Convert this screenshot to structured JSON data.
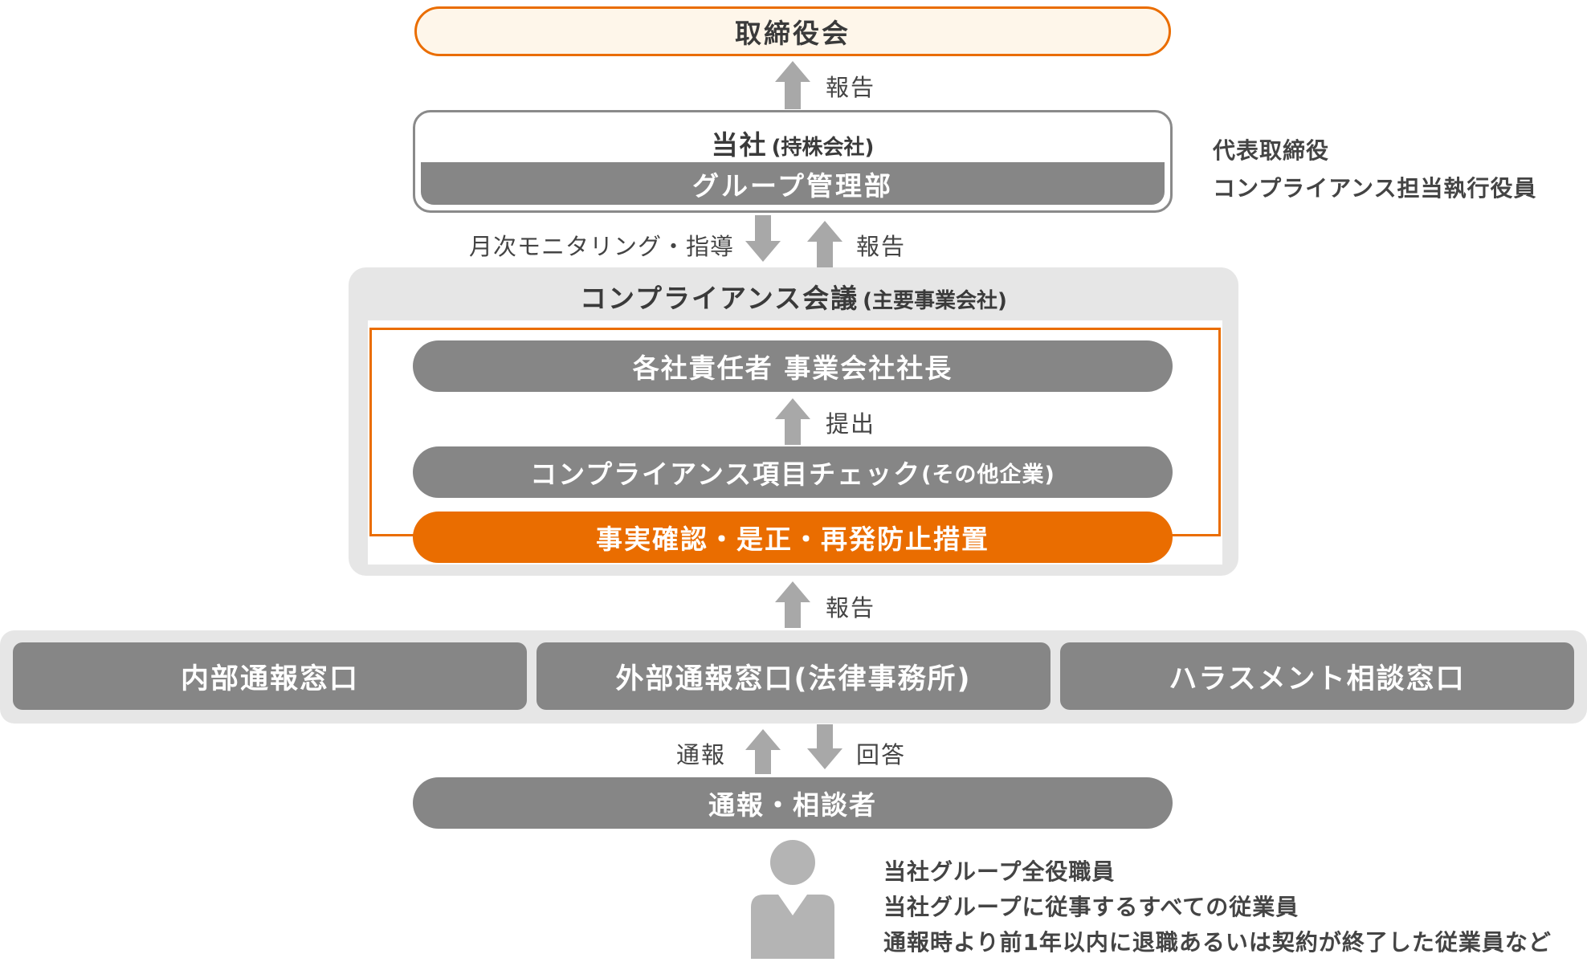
{
  "board": "取締役会",
  "report_top": "報告",
  "company": {
    "name": "当社",
    "name_sub": "(持株会社)",
    "dept": "グループ管理部"
  },
  "side_roles": [
    "代表取締役",
    "コンプライアンス担当執行役員"
  ],
  "monitoring_label": "月次モニタリング・指導",
  "report_mid": "報告",
  "council": {
    "title": "コンプライアンス会議",
    "title_sub": "(主要事業会社)",
    "responsible": "各社責任者 事業会社社長",
    "submit": "提出",
    "check": "コンプライアンス項目チェック",
    "check_sub": "(その他企業)",
    "measures": "事実確認・是正・再発防止措置"
  },
  "report_low": "報告",
  "windows": [
    "内部通報窓口",
    "外部通報窓口(法律事務所)",
    "ハラスメント相談窓口"
  ],
  "notify_label": "通報",
  "answer_label": "回答",
  "reporter": "通報・相談者",
  "eligible": [
    "当社グループ全役職員",
    "当社グループに従事するすべての従業員",
    "通報時より前1年以内に退職あるいは契約が終了した従業員など"
  ],
  "colors": {
    "orange": "#ea6d00",
    "grey": "#868686",
    "light_grey": "#e6e6e6",
    "arrow": "#a8a8a8",
    "board_fill": "#fef6ea"
  }
}
